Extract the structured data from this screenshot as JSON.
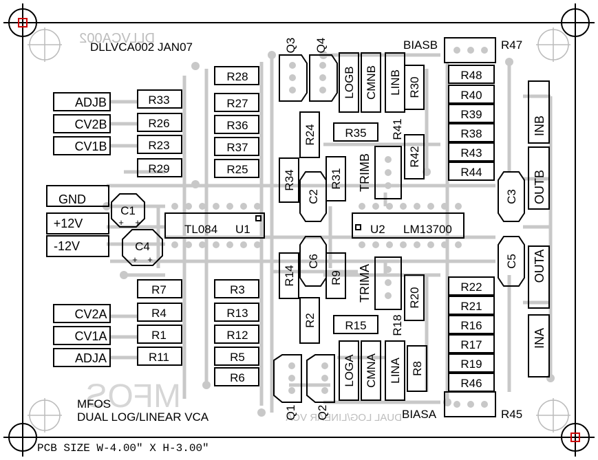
{
  "board": {
    "title": "DLLVCA002   JAN07",
    "mirror_title": "DLLVCA002",
    "maker": "MFOS",
    "subtitle": "DUAL LOG/LINEAR  VCA",
    "mirror_subtitle": "DUAL LOG/LINEAR VCA",
    "size_note": "PCB SIZE W-4.00\" X H-3.00\""
  },
  "connectors_left": [
    "ADJB",
    "CV2B",
    "CV1B",
    "GND",
    "+12V",
    "-12V",
    "CV2A",
    "CV1A",
    "ADJA"
  ],
  "connectors_right": [
    "INB",
    "OUTB",
    "OUTA",
    "INA"
  ],
  "resistors": [
    "R33",
    "R26",
    "R23",
    "R29",
    "R28",
    "R27",
    "R36",
    "R37",
    "R25",
    "R24",
    "R34",
    "R31",
    "R35",
    "R41",
    "R42",
    "R30",
    "R48",
    "R40",
    "R39",
    "R38",
    "R43",
    "R44",
    "R47",
    "R7",
    "R4",
    "R1",
    "R11",
    "R3",
    "R13",
    "R12",
    "R5",
    "R6",
    "R14",
    "R9",
    "R2",
    "R15",
    "R18",
    "R20",
    "R8",
    "R22",
    "R21",
    "R16",
    "R17",
    "R19",
    "R46",
    "R45"
  ],
  "capacitors": [
    "C1",
    "C4",
    "C2",
    "C6",
    "C3",
    "C5"
  ],
  "transistors": [
    "Q3",
    "Q4",
    "Q1",
    "Q2"
  ],
  "trimmers": [
    "TRIMB",
    "TRIMA"
  ],
  "pads": [
    "LOGB",
    "CMNB",
    "LINB",
    "BIASB",
    "LOGA",
    "CMNA",
    "LINA",
    "BIASA"
  ],
  "ics": [
    {
      "part": "TL084",
      "ref": "U1"
    },
    {
      "ref": "U2",
      "part": "LM13700"
    }
  ]
}
